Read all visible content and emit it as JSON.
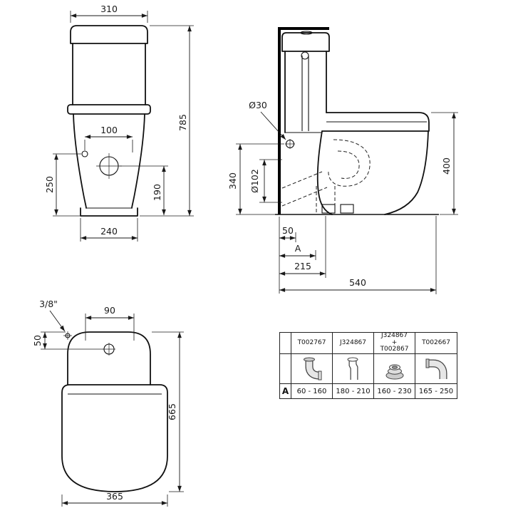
{
  "drawing": {
    "front_view": {
      "dim_top_width": "310",
      "dim_total_height": "785",
      "dim_hole_offset": "100",
      "dim_hole_to_floor": "250",
      "dim_drain_height": "190",
      "dim_base_width": "240"
    },
    "side_view": {
      "dim_inlet_diameter": "Ø30",
      "dim_inlet_height": "340",
      "dim_outlet_diameter": "Ø102",
      "dim_rim_height": "400",
      "dim_outlet_offset": "50",
      "dim_variable_label": "A",
      "dim_outlet_depth": "215",
      "dim_total_depth": "540"
    },
    "top_view": {
      "dim_inlet_thread": "3/8\"",
      "dim_hole_spacing": "90",
      "dim_inlet_depth": "50",
      "dim_total_length": "665",
      "dim_seat_width": "365"
    }
  },
  "table": {
    "corner_label": "A",
    "columns": [
      {
        "part_lines": [
          "T002767"
        ],
        "icon": "pipe-elbow-icon",
        "range": "60 - 160"
      },
      {
        "part_lines": [
          "J324867"
        ],
        "icon": "straight-connector-icon",
        "range": "180 - 210"
      },
      {
        "part_lines": [
          "J324867",
          "+",
          "T002867"
        ],
        "icon": "seal-stack-icon",
        "range": "160 - 230"
      },
      {
        "part_lines": [
          "T002667"
        ],
        "icon": "bend-connector-icon",
        "range": "165 - 250"
      }
    ]
  }
}
